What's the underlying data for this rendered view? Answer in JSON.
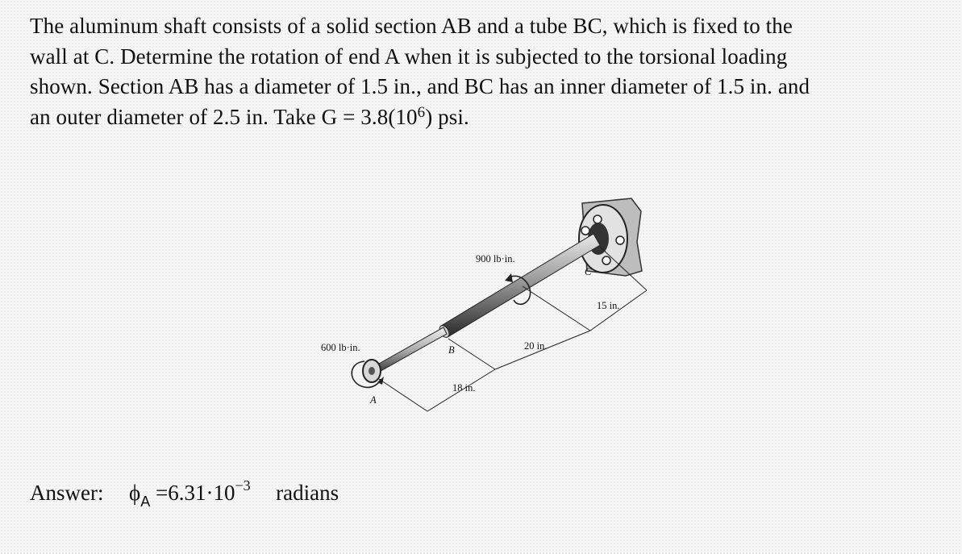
{
  "problem": {
    "line1": "The aluminum shaft consists of a solid section AB and a tube BC, which is fixed to the",
    "line2": "wall at C. Determine the rotation of end A when it is subjected to the torsional loading",
    "line3": "shown. Section AB has a diameter of 1.5 in., and BC has an inner diameter of 1.5 in. and",
    "line4_pre": "an outer diameter of 2.5 in. Take G = 3.8(10",
    "line4_sup": "6",
    "line4_post": ") psi."
  },
  "figure": {
    "torque_A": "600 lb·in.",
    "torque_mid": "900 lb·in.",
    "point_A": "A",
    "point_B": "B",
    "point_C": "C",
    "dim_18": "18 in.",
    "dim_20": "20 in.",
    "dim_15": "15 in."
  },
  "answer": {
    "label": "Answer:",
    "symbol": "ϕ",
    "subscript": "A",
    "equals": "=",
    "mantissa": "6.31·10",
    "exponent": "−3",
    "unit": "radians"
  }
}
